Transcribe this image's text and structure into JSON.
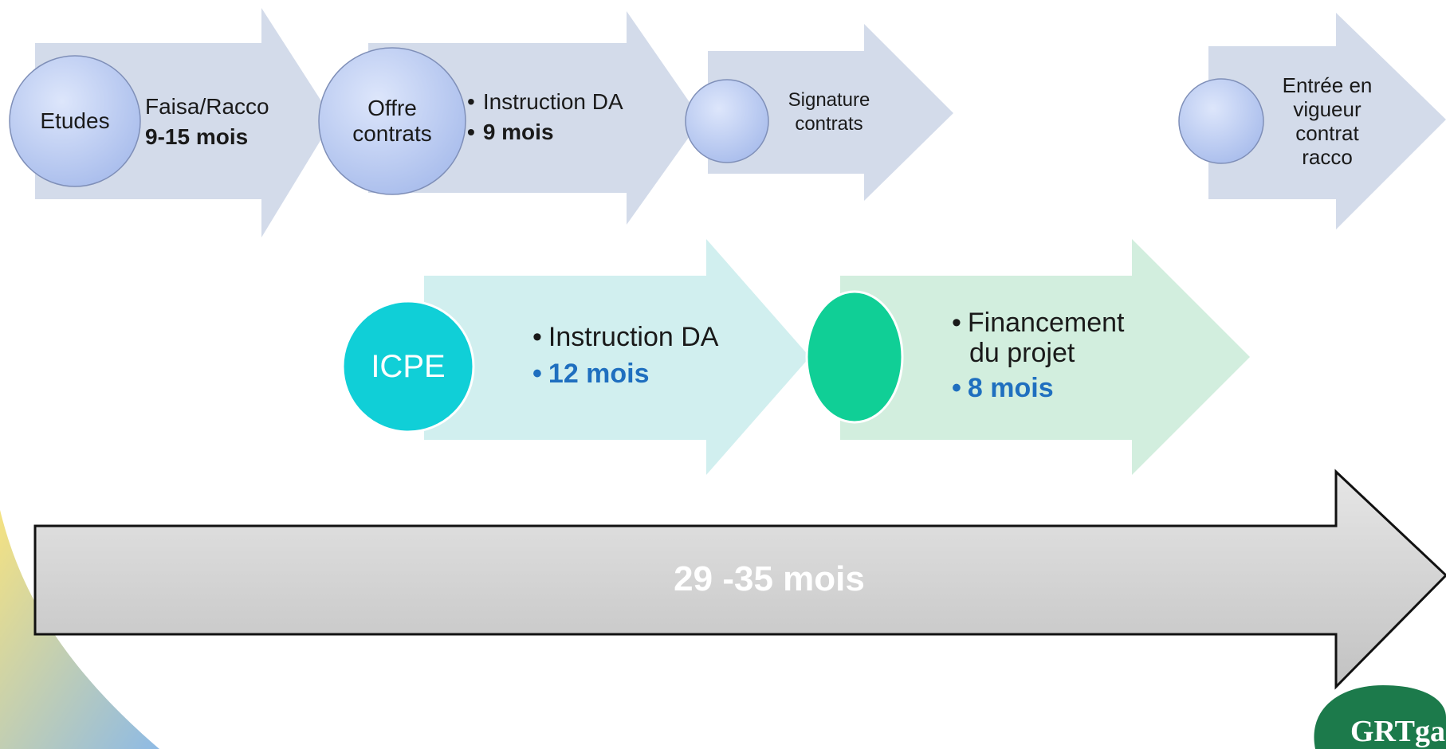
{
  "row1": {
    "step1": {
      "circle_label": "Etudes",
      "title": "Faisa/Racco",
      "duration": "9-15 mois"
    },
    "step2": {
      "circle_label_line1": "Offre",
      "circle_label_line2": "contrats",
      "item1": "Instruction DA",
      "item2": "9 mois"
    },
    "step3": {
      "label_line1": "Signature",
      "label_line2": "contrats"
    },
    "step4": {
      "label_line1": "Entrée en",
      "label_line2": "vigueur",
      "label_line3": "contrat",
      "label_line4": "racco"
    }
  },
  "row2": {
    "step1": {
      "circle_label": "ICPE",
      "item1": "Instruction DA",
      "item2": "12 mois"
    },
    "step2": {
      "item1_line1": "Financement",
      "item1_line2": "du projet",
      "item2": "8 mois"
    }
  },
  "timeline": {
    "label": "29 -35 mois"
  },
  "logo": {
    "text": "GRTga"
  },
  "colors": {
    "arrow_blue": "#d3dbea",
    "circle_blue": "#bccbef",
    "arrow_cyan": "#d1efef",
    "circle_cyan": "#10cfd7",
    "arrow_green": "#d2eede",
    "circle_green": "#10cf96",
    "timeline_gray": "#d3d3d3",
    "logo_green": "#1c7a4b",
    "emphasis_blue": "#1f6fbf"
  }
}
